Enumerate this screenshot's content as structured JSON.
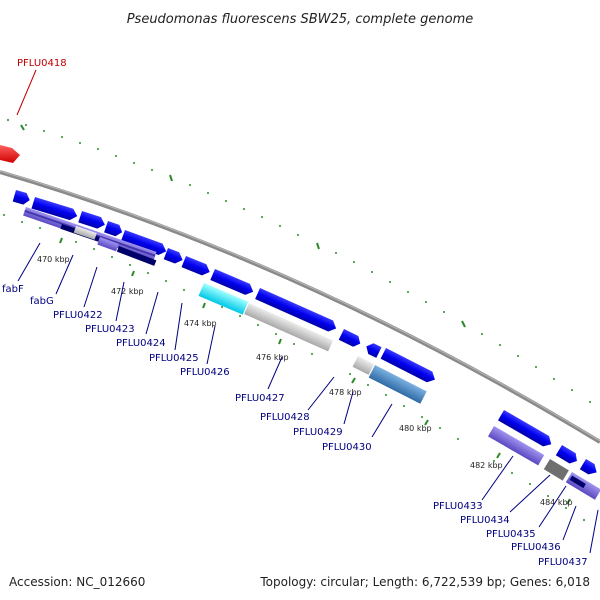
{
  "title": "Pseudomonas fluorescens SBW25, complete genome",
  "footer": {
    "accession": "Accession: NC_012660",
    "summary": "Topology: circular; Length: 6,722,539 bp; Genes: 6,018"
  },
  "highlight_gene": "PFLU0418",
  "genes": [
    "fabF",
    "fabG",
    "PFLU0422",
    "PFLU0423",
    "PFLU0424",
    "PFLU0425",
    "PFLU0426",
    "PFLU0427",
    "PFLU0428",
    "PFLU0429",
    "PFLU0430",
    "PFLU0433",
    "PFLU0434",
    "PFLU0435",
    "PFLU0436",
    "PFLU0437"
  ],
  "ticks": [
    "470 kbp",
    "472 kbp",
    "474 kbp",
    "476 kbp",
    "478 kbp",
    "480 kbp",
    "482 kbp",
    "484 kbp"
  ],
  "colors": {
    "cds": "#0000ee",
    "highlight": "#ff0000",
    "backbone": "#808080",
    "tick": "#2a8a2a",
    "label": "#000080",
    "match_purple": "#7b68d8",
    "match_navy": "#00006b",
    "match_grey": "#c0c0c0",
    "match_cyan": "#00e5ff",
    "match_steel": "#4682b4"
  }
}
